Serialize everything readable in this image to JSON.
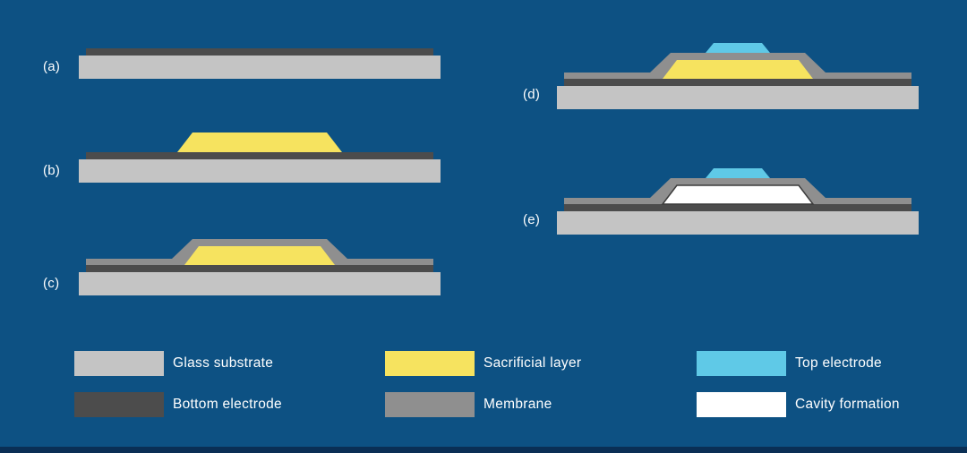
{
  "colors": {
    "background": "#0d5183",
    "footer_bar": "#0a2f55",
    "glass_substrate": "#c4c4c4",
    "bottom_electrode": "#4c4c4c",
    "sacrificial_layer": "#f6e35f",
    "membrane": "#8f8f8f",
    "top_electrode": "#5fc9e7",
    "cavity": "#ffffff",
    "label_text": "#ffffff"
  },
  "steps": [
    {
      "id": "a",
      "label": "(a)",
      "layers": [
        "glass_substrate",
        "bottom_electrode"
      ]
    },
    {
      "id": "b",
      "label": "(b)",
      "layers": [
        "glass_substrate",
        "bottom_electrode",
        "sacrificial_layer"
      ]
    },
    {
      "id": "c",
      "label": "(c)",
      "layers": [
        "glass_substrate",
        "bottom_electrode",
        "sacrificial_layer",
        "membrane"
      ]
    },
    {
      "id": "d",
      "label": "(d)",
      "layers": [
        "glass_substrate",
        "bottom_electrode",
        "sacrificial_layer",
        "membrane",
        "top_electrode"
      ]
    },
    {
      "id": "e",
      "label": "(e)",
      "layers": [
        "glass_substrate",
        "bottom_electrode",
        "cavity",
        "membrane",
        "top_electrode"
      ]
    }
  ],
  "legend": [
    {
      "swatch": "glass_substrate",
      "label": "Glass substrate"
    },
    {
      "swatch": "bottom_electrode",
      "label": "Bottom electrode"
    },
    {
      "swatch": "sacrificial_layer",
      "label": "Sacrificial layer"
    },
    {
      "swatch": "membrane",
      "label": "Membrane"
    },
    {
      "swatch": "top_electrode",
      "label": "Top electrode"
    },
    {
      "swatch": "cavity",
      "label": "Cavity formation"
    }
  ]
}
